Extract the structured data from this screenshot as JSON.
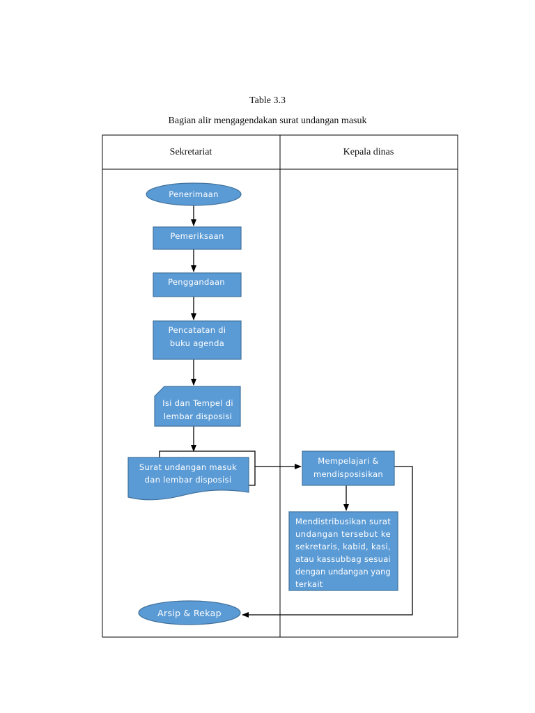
{
  "table_label": "Table 3.3",
  "title": "Bagian alir mengagendakan surat undangan masuk",
  "lanes": [
    "Sekretariat",
    "Kepala dinas"
  ],
  "nodes": {
    "penerimaan": "Penerimaan",
    "pemeriksaan": "Pemeriksaan",
    "penggandaan": "Penggandaan",
    "pencatatan": [
      "Pencatatan di",
      "buku agenda"
    ],
    "isi_tempel": [
      "Isi dan Tempel di",
      "lembar disposisi"
    ],
    "surat_undangan": [
      "Surat undangan masuk",
      "dan lembar disposisi"
    ],
    "mempelajari": [
      "Mempelajari &",
      "mendisposisikan"
    ],
    "mendistribusikan": [
      "Mendistribusikan  surat",
      "undangan   tersebut   ke",
      "sekretaris,   kabid,   kasi,",
      "atau  kassubbag  sesuai",
      "dengan undangan yang",
      "terkait"
    ],
    "arsip": "Arsip & Rekap"
  },
  "colors": {
    "fill": "#5B9BD5",
    "stroke": "#41719C",
    "line": "#000000"
  }
}
